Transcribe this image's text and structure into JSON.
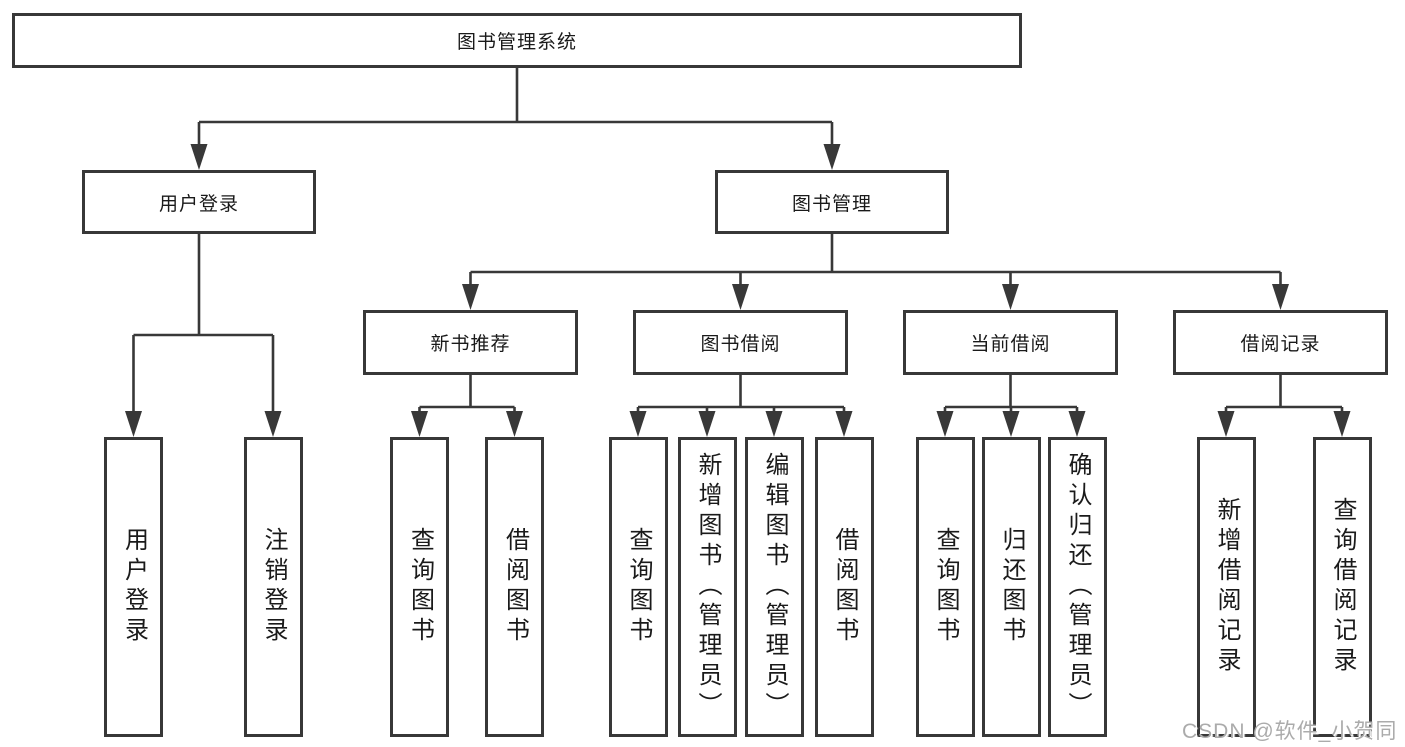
{
  "diagram": {
    "root": {
      "label": "图书管理系统"
    },
    "branches": [
      {
        "label": "用户登录",
        "children": [
          {
            "label": "用户登录"
          },
          {
            "label": "注销登录"
          }
        ]
      },
      {
        "label": "图书管理",
        "children": [
          {
            "label": "新书推荐",
            "children": [
              {
                "label": "查询图书"
              },
              {
                "label": "借阅图书"
              }
            ]
          },
          {
            "label": "图书借阅",
            "children": [
              {
                "label": "查询图书"
              },
              {
                "label": "新增图书（管理员）"
              },
              {
                "label": "编辑图书（管理员）"
              },
              {
                "label": "借阅图书"
              }
            ]
          },
          {
            "label": "当前借阅",
            "children": [
              {
                "label": "查询图书"
              },
              {
                "label": "归还图书"
              },
              {
                "label": "确认归还（管理员）"
              }
            ]
          },
          {
            "label": "借阅记录",
            "children": [
              {
                "label": "新增借阅记录"
              },
              {
                "label": "查询借阅记录"
              }
            ]
          }
        ]
      }
    ]
  },
  "watermark": {
    "text": "CSDN @软件_小贺同学"
  },
  "colors": {
    "line": "#383838",
    "box_border": "#383838",
    "text": "#1a1a1a",
    "background": "#ffffff",
    "watermark": "#ababab"
  }
}
